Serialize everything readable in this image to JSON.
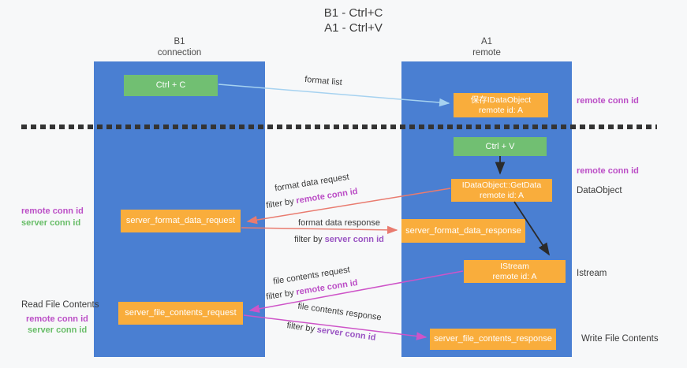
{
  "title": {
    "line1": "B1 - Ctrl+C",
    "line2": "A1 - Ctrl+V"
  },
  "lanes": {
    "left": {
      "name": "B1",
      "subtitle": "connection"
    },
    "right": {
      "name": "A1",
      "subtitle": "remote"
    }
  },
  "boxes": {
    "ctrl_c": {
      "label": "Ctrl + C"
    },
    "store_dataobject": {
      "line1": "保存IDataObject",
      "line2": "remote id: A"
    },
    "ctrl_v": {
      "label": "Ctrl + V"
    },
    "getdata": {
      "line1": "IDataObject::GetData",
      "line2": "remote id: A"
    },
    "format_request": {
      "label": "server_format_data_request"
    },
    "format_response": {
      "label": "server_format_data_response"
    },
    "istream": {
      "line1": "IStream",
      "line2": "remote id: A"
    },
    "file_request": {
      "label": "server_file_contents_request"
    },
    "file_response": {
      "label": "server_file_contents_response"
    }
  },
  "flow_labels": {
    "format_list": "format list",
    "format_request": "format data request",
    "format_request_filter": {
      "prefix": "filter by ",
      "key": "remote conn id"
    },
    "format_response": "format data response",
    "format_response_filter": {
      "prefix": "filter by ",
      "key": "server conn id"
    },
    "file_request": "file contents request",
    "file_request_filter": {
      "prefix": "filter by ",
      "key": "remote conn id"
    },
    "file_response": "file contents response",
    "file_response_filter": {
      "prefix": "filter by ",
      "key": "server conn id"
    }
  },
  "side_labels": {
    "remote_conn_top_right": "remote conn id",
    "remote_conn_mid_right": "remote conn id",
    "dataobject": "DataObject",
    "istream": "Istream",
    "write_file_contents": "Write File Contents",
    "remote_conn_left_1": "remote conn id",
    "server_conn_left_1": "server conn id",
    "read_file_contents": "Read File Contents",
    "remote_conn_left_2": "remote conn id",
    "server_conn_left_2": "server conn id"
  },
  "colors": {
    "lane_blue": "#4a7fd2",
    "box_green": "#71bf72",
    "box_orange": "#f9ad3c",
    "arrow_light_blue": "#a6d2f0",
    "arrow_salmon": "#e97b6f",
    "arrow_magenta": "#ce54c8",
    "arrow_black": "#2b2b2b",
    "label_magenta": "#bb4ec6",
    "label_purple": "#9a55c3",
    "label_green": "#68bd68"
  }
}
